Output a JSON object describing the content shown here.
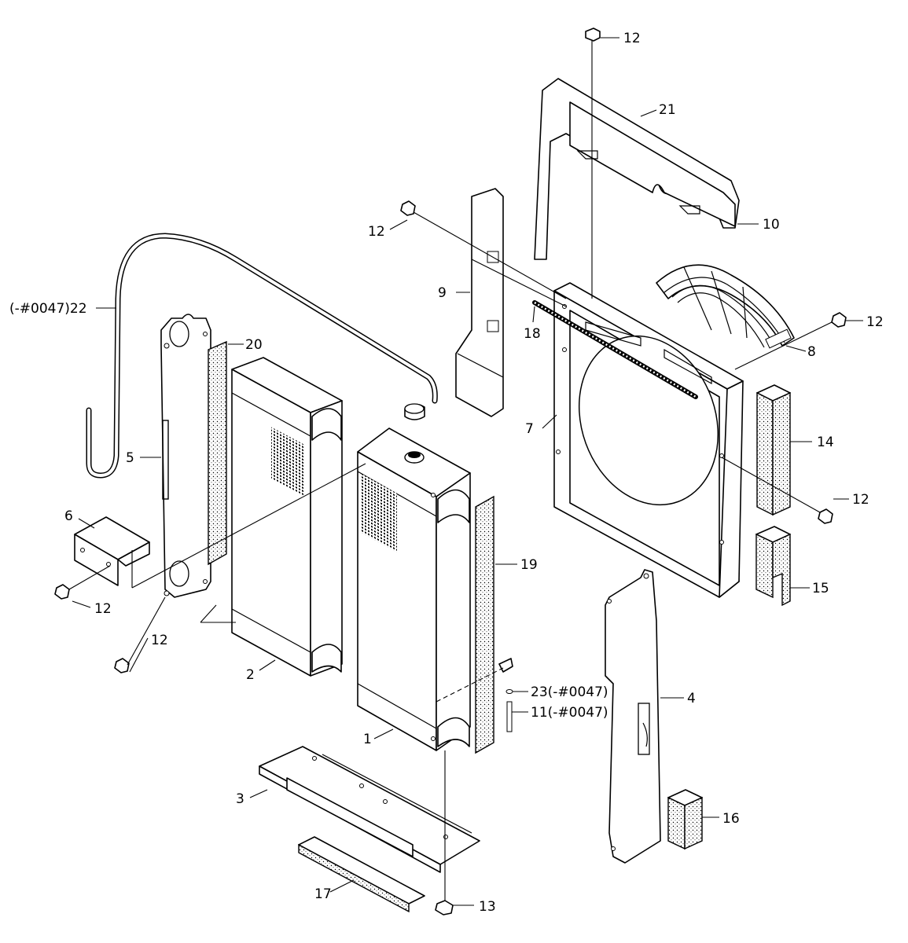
{
  "callouts": {
    "c1": "1",
    "c2": "2",
    "c3": "3",
    "c4": "4",
    "c5": "5",
    "c6": "6",
    "c7": "7",
    "c8": "8",
    "c9": "9",
    "c10": "10",
    "c11": "11(-#0047)",
    "c12a": "12",
    "c12b": "12",
    "c12c": "12",
    "c12d": "12",
    "c12e": "12",
    "c12f": "12",
    "c13": "13",
    "c14": "14",
    "c15": "15",
    "c16": "16",
    "c17": "17",
    "c18": "18",
    "c19": "19",
    "c20": "20",
    "c21": "21",
    "c22": "(-#0047)22",
    "c23": "23(-#0047)"
  }
}
